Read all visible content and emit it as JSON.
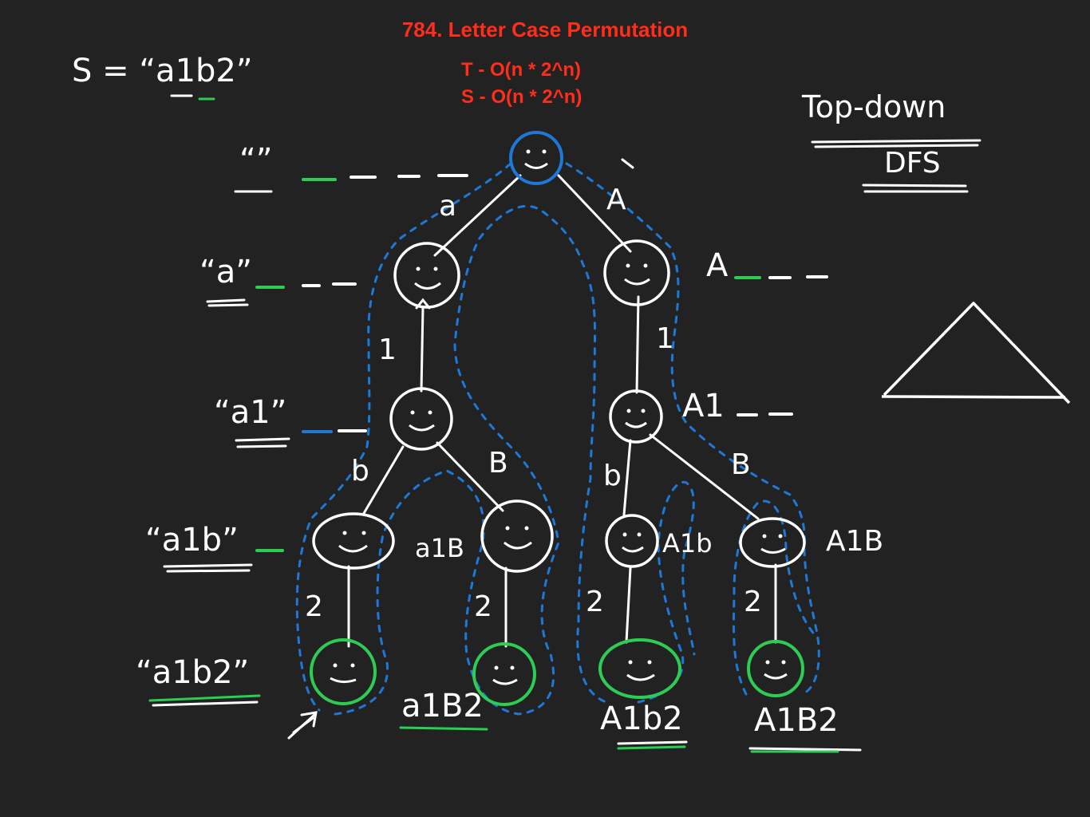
{
  "title": "784. Letter Case Permutation",
  "complexity": {
    "time": "T - O(n * 2^n)",
    "space": "S - O(n * 2^n)"
  },
  "input": {
    "label": "S = “a1b2”"
  },
  "approach": {
    "line1": "Top-down",
    "line2": "DFS"
  },
  "levels": {
    "l0": "“”",
    "l1": "“a”",
    "l2": "“a1”",
    "l3": "“a1b”",
    "l4": "“a1b2”"
  },
  "right_levels": {
    "r1": "A",
    "r2": "A1",
    "r3": "A1B"
  },
  "mid_labels": {
    "m1": "a1B",
    "m2": "A1b"
  },
  "edges": {
    "a": "a",
    "A": "A",
    "one_left": "1",
    "one_right": "1",
    "b_left": "b",
    "B_left": "B",
    "b_right": "b",
    "B_right": "B",
    "two_1": "2",
    "two_2": "2",
    "two_3": "2",
    "two_4": "2"
  },
  "results": [
    "a1B2",
    "A1b2",
    "A1B2"
  ],
  "colors": {
    "ink": "#ffffff",
    "accent": "#ff2d1a",
    "path": "#1e78d6",
    "leaf": "#2ecc55",
    "background": "#222222"
  }
}
